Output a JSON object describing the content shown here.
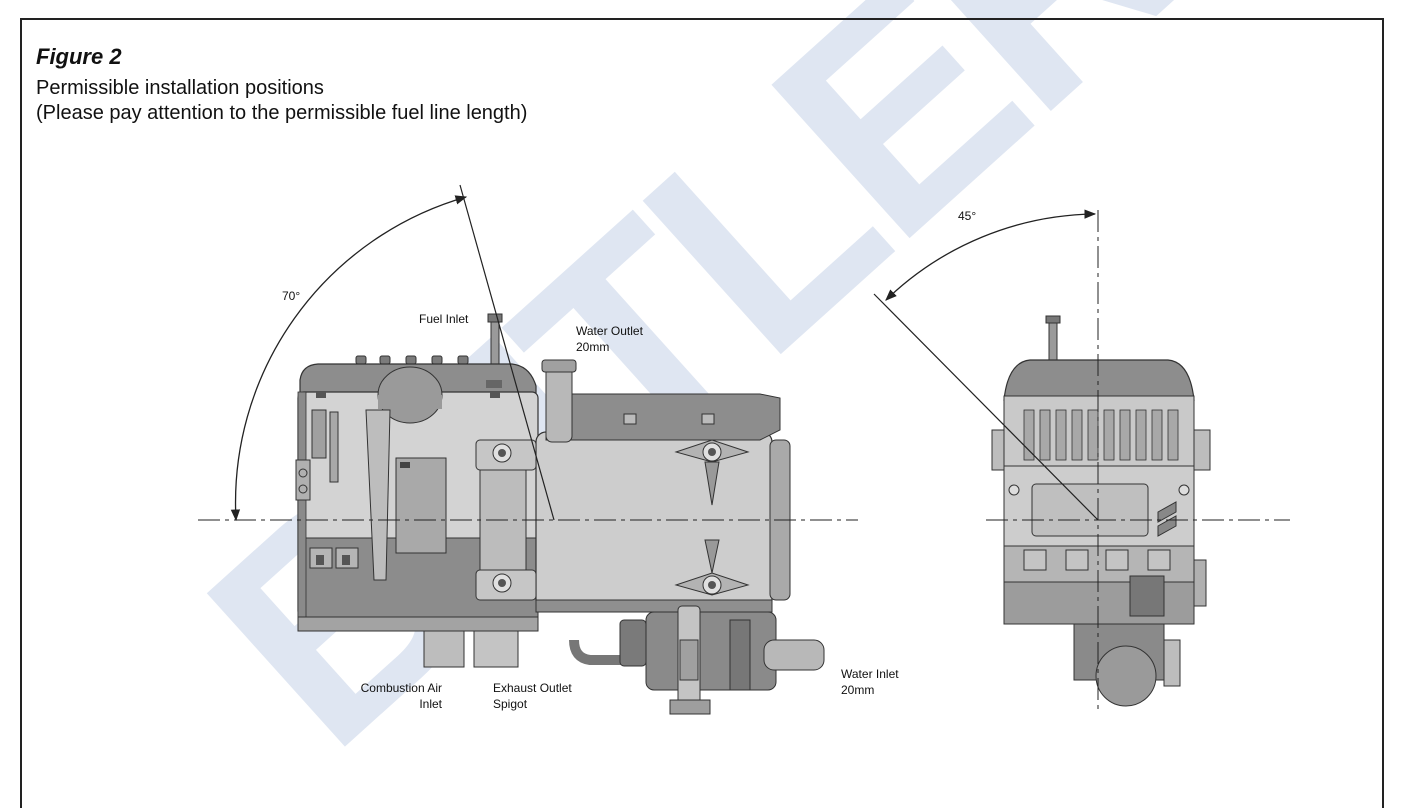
{
  "figure": {
    "title": "Figure 2",
    "subtitle_line1": "Permissible installation positions",
    "subtitle_line2": "(Please pay attention to the permissible fuel line length)"
  },
  "angles": {
    "left_view": "70°",
    "right_view": "45°"
  },
  "labels": {
    "fuel_inlet": "Fuel Inlet",
    "water_outlet": "Water Outlet\n20mm",
    "water_inlet": "Water Inlet\n20mm",
    "combustion_air_inlet": "Combustion Air\nInlet",
    "exhaust_outlet": "Exhaust Outlet\nSpigot"
  },
  "watermark": {
    "text": "BUTLER TECH",
    "color": "#dfe6f2"
  },
  "colors": {
    "heater_body": "#cfcfcf",
    "heater_dark": "#8f8f8f",
    "heater_darker": "#6a6a6a",
    "line": "#222222"
  }
}
